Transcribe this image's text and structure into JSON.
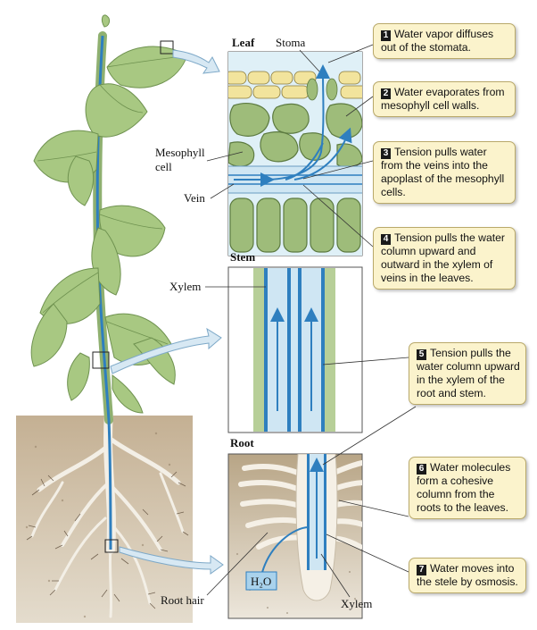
{
  "panels": {
    "leaf": "Leaf",
    "stem": "Stem",
    "root": "Root"
  },
  "labels": {
    "stoma": "Stoma",
    "mesophyll_line1": "Mesophyll",
    "mesophyll_line2": "cell",
    "vein": "Vein",
    "xylem_stem": "Xylem",
    "root_hair": "Root hair",
    "water": "H₂O",
    "xylem_root": "Xylem"
  },
  "steps": [
    {
      "num": "1",
      "text": "Water vapor diffuses out of the stomata."
    },
    {
      "num": "2",
      "text": "Water evaporates from mesophyll cell walls."
    },
    {
      "num": "3",
      "text": "Tension pulls water from the veins into the apoplast of the mesophyll cells."
    },
    {
      "num": "4",
      "text": "Tension pulls the water column upward and outward in the xylem of veins in the leaves."
    },
    {
      "num": "5",
      "text": "Tension pulls the water column upward in the xylem of the root and stem."
    },
    {
      "num": "6",
      "text": "Water molecules form a cohesive column from the roots to the leaves."
    },
    {
      "num": "7",
      "text": "Water moves into the stele by osmosis."
    }
  ],
  "colors": {
    "leaf_green": "#a8c882",
    "xylem_blue": "#2e7fbf",
    "soil": "#c9b79a",
    "callout_bg": "#fbf3cc"
  }
}
